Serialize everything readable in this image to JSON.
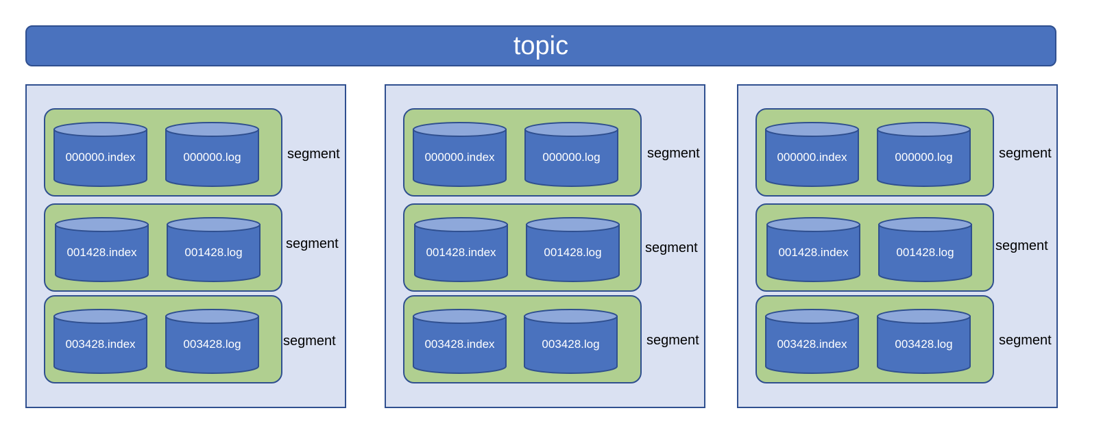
{
  "topic": {
    "label": "topic"
  },
  "partitions": [
    {
      "segments": [
        {
          "label": "segment",
          "index_file": "000000.index",
          "log_file": "000000.log"
        },
        {
          "label": "segment",
          "index_file": "001428.index",
          "log_file": "001428.log"
        },
        {
          "label": "segment",
          "index_file": "003428.index",
          "log_file": "003428.log"
        }
      ]
    },
    {
      "segments": [
        {
          "label": "segment",
          "index_file": "000000.index",
          "log_file": "000000.log"
        },
        {
          "label": "segment",
          "index_file": "001428.index",
          "log_file": "001428.log"
        },
        {
          "label": "segment",
          "index_file": "003428.index",
          "log_file": "003428.log"
        }
      ]
    },
    {
      "segments": [
        {
          "label": "segment",
          "index_file": "000000.index",
          "log_file": "000000.log"
        },
        {
          "label": "segment",
          "index_file": "001428.index",
          "log_file": "001428.log"
        },
        {
          "label": "segment",
          "index_file": "003428.index",
          "log_file": "003428.log"
        }
      ]
    }
  ],
  "colors": {
    "topic_fill": "#4a72be",
    "partition_fill": "#dae1f2",
    "segment_fill": "#b0cf90",
    "cylinder_body": "#4a72be",
    "cylinder_top": "#8ea8da",
    "outline": "#2f4f8f"
  }
}
